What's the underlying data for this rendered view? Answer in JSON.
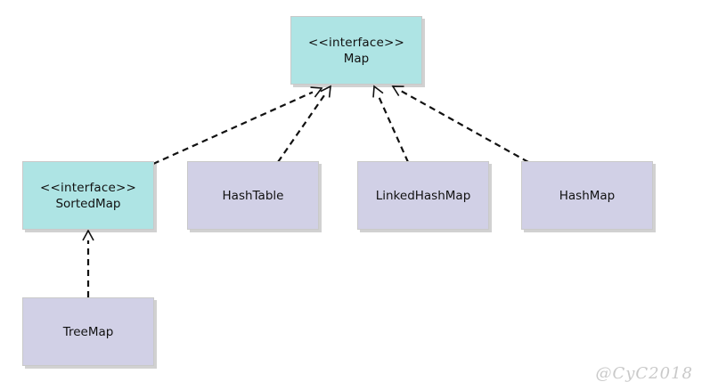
{
  "nodes": {
    "map": {
      "stereotype": "<<interface>>",
      "name": "Map"
    },
    "sorted_map": {
      "stereotype": "<<interface>>",
      "name": "SortedMap"
    },
    "hash_table": {
      "name": "HashTable"
    },
    "linked_hash_map": {
      "name": "LinkedHashMap"
    },
    "hash_map": {
      "name": "HashMap"
    },
    "tree_map": {
      "name": "TreeMap"
    }
  },
  "edges": [
    {
      "from": "SortedMap",
      "to": "Map",
      "type": "realization"
    },
    {
      "from": "HashTable",
      "to": "Map",
      "type": "realization"
    },
    {
      "from": "LinkedHashMap",
      "to": "Map",
      "type": "realization"
    },
    {
      "from": "HashMap",
      "to": "Map",
      "type": "realization"
    },
    {
      "from": "TreeMap",
      "to": "SortedMap",
      "type": "realization"
    }
  ],
  "colors": {
    "interface_fill": "#aee4e4",
    "class_fill": "#d1d0e6",
    "edge": "#111111"
  },
  "watermark": "@CyC2018"
}
